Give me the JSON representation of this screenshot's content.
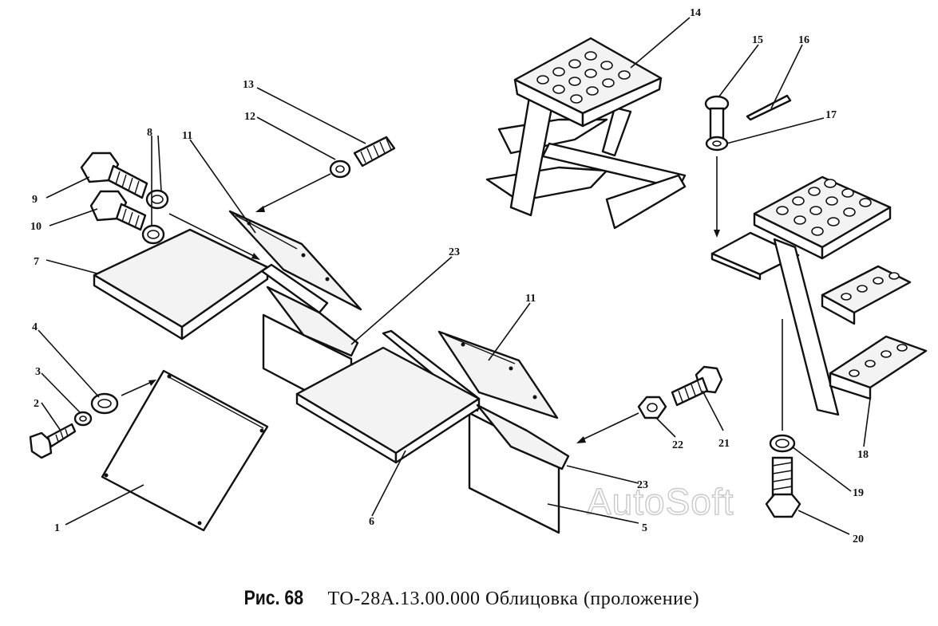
{
  "figure": {
    "label": "Рис. 68",
    "title": "ТО-28А.13.00.000  Облицовка  (проложение)"
  },
  "watermark": "AutoSoft",
  "callouts": [
    "1",
    "2",
    "3",
    "4",
    "5",
    "6",
    "7",
    "8",
    "9",
    "10",
    "11",
    "11",
    "12",
    "13",
    "14",
    "15",
    "16",
    "17",
    "18",
    "19",
    "20",
    "21",
    "22",
    "23",
    "23"
  ],
  "colors": {
    "line": "#111111",
    "paper": "#ffffff",
    "fill": "#f3f3f3"
  }
}
